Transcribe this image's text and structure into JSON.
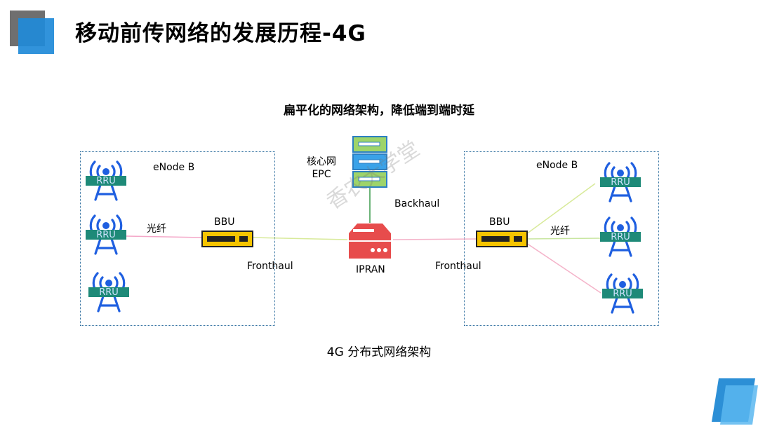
{
  "header": {
    "title": "移动前传网络的发展历程-4G"
  },
  "diagram": {
    "subtitle": "扁平化的网络架构，降低端到端时延",
    "caption": "4G 分布式网络架构",
    "core_label_line1": "核心网",
    "core_label_line2": "EPC",
    "backhaul_label": "Backhaul",
    "ipran_label": "IPRAN",
    "left_site": {
      "enodeb_label": "eNode B",
      "bbu_label": "BBU",
      "fiber_label": "光纤",
      "fronthaul_label": "Fronthaul",
      "rru_labels": [
        "RRU",
        "RRU",
        "RRU"
      ]
    },
    "right_site": {
      "enodeb_label": "eNode B",
      "bbu_label": "BBU",
      "fiber_label": "光纤",
      "fronthaul_label": "Fronthaul",
      "rru_labels": [
        "RRU",
        "RRU",
        "RRU"
      ]
    },
    "watermark": "香农大学堂"
  },
  "colors": {
    "rru_blue": "#1f5fe0",
    "rru_tag": "#1e8a78",
    "bbu_fill": "#f5c400",
    "server_blue": "#3aa2e8",
    "server_green": "#9ed46a",
    "router_red": "#e74c4c",
    "accent_blue": "#2c8fd6"
  }
}
